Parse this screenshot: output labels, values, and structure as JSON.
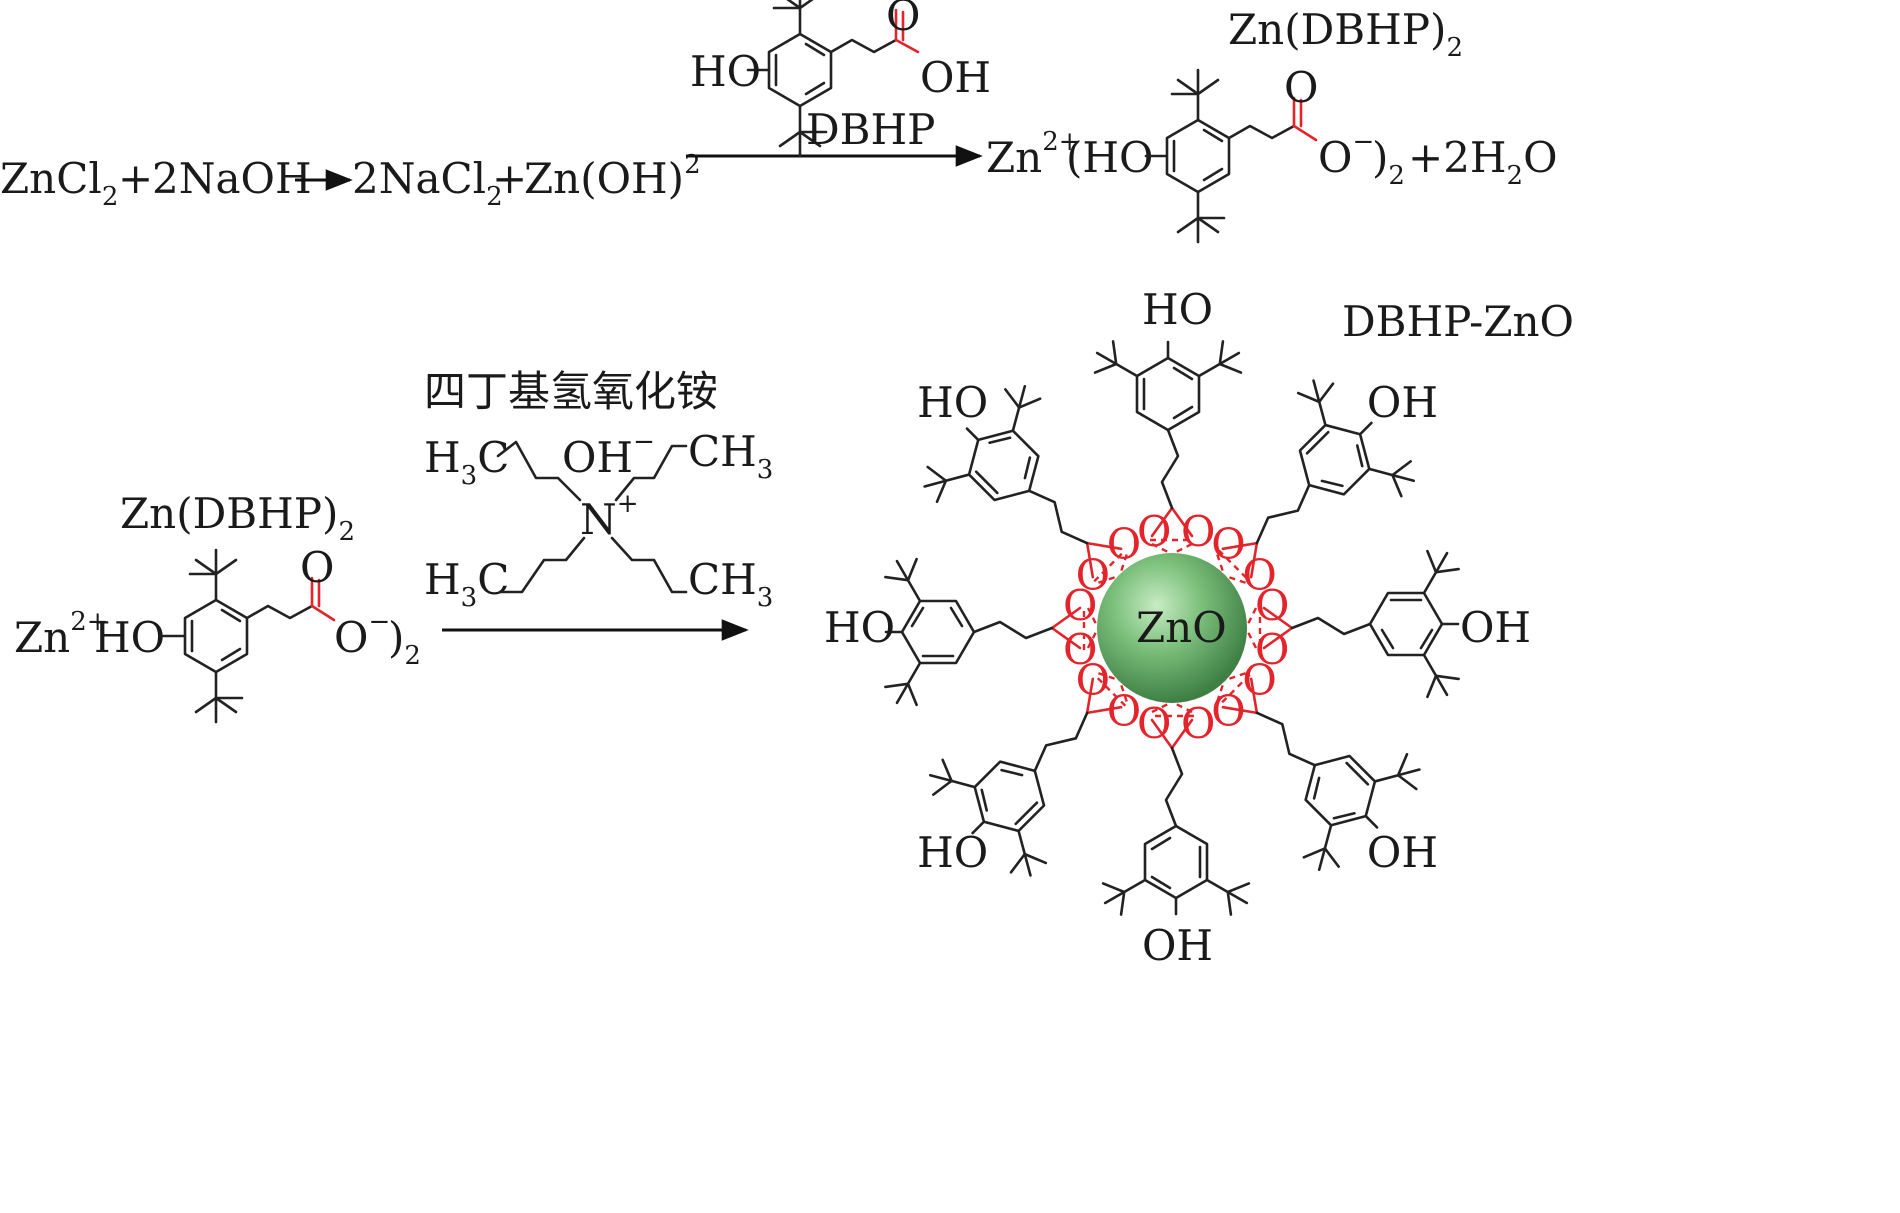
{
  "reaction1": {
    "zncl": "ZnCl",
    "zncl_sub": "2",
    "plus1": "+",
    "naoh": "2NaOH",
    "nacl": "2NaCl",
    "nacl_sub": "2",
    "plus2": "+",
    "znoh": "Zn(OH)",
    "znoh_sup": "2",
    "reagent_ho": "HO",
    "reagent_oh": "OH",
    "reagent_o": "O",
    "reagent_name": "DBHP",
    "product_title": "Zn(DBHP)",
    "product_title_sub": "2",
    "product_zn": "Zn",
    "product_zn_sup": "2+",
    "product_ho": "(HO",
    "product_o_top": "O",
    "product_o_minus": "O",
    "product_o_minus_sup": "−",
    "product_close": ")",
    "product_close_sub": "2",
    "product_water": "+2H",
    "product_water_sub": "2",
    "product_water_o": "O"
  },
  "reaction2": {
    "start_title": "Zn(DBHP)",
    "start_title_sub": "2",
    "start_zn": "Zn",
    "start_zn_sup": "2+",
    "start_ho": "HO",
    "start_o_top": "O",
    "start_o_minus": "O",
    "start_o_minus_sup": "−",
    "start_close": ")",
    "start_close_sub": "2",
    "reagent_name": "四丁基氢氧化铵",
    "h3c_1": "H",
    "h3c_1_sub": "3",
    "h3c_1_c": "C",
    "oh_minus": "OH",
    "oh_minus_sup": "−",
    "ch3_1": "CH",
    "ch3_1_sub": "3",
    "n_plus": "N",
    "n_plus_sup": "+",
    "h3c_2": "H",
    "h3c_2_sub": "3",
    "h3c_2_c": "C",
    "ch3_2": "CH",
    "ch3_2_sub": "3",
    "product_name": "DBHP-ZnO",
    "core_label": "ZnO",
    "ligand_labels": [
      "HO",
      "HO",
      "OH",
      "HO",
      "OH",
      "HO",
      "OH",
      "OH"
    ],
    "carboxyl_o": "O"
  },
  "colors": {
    "bond": "#222222",
    "carboxyl": "#e3242b",
    "zno_sphere": "#5aa860"
  }
}
